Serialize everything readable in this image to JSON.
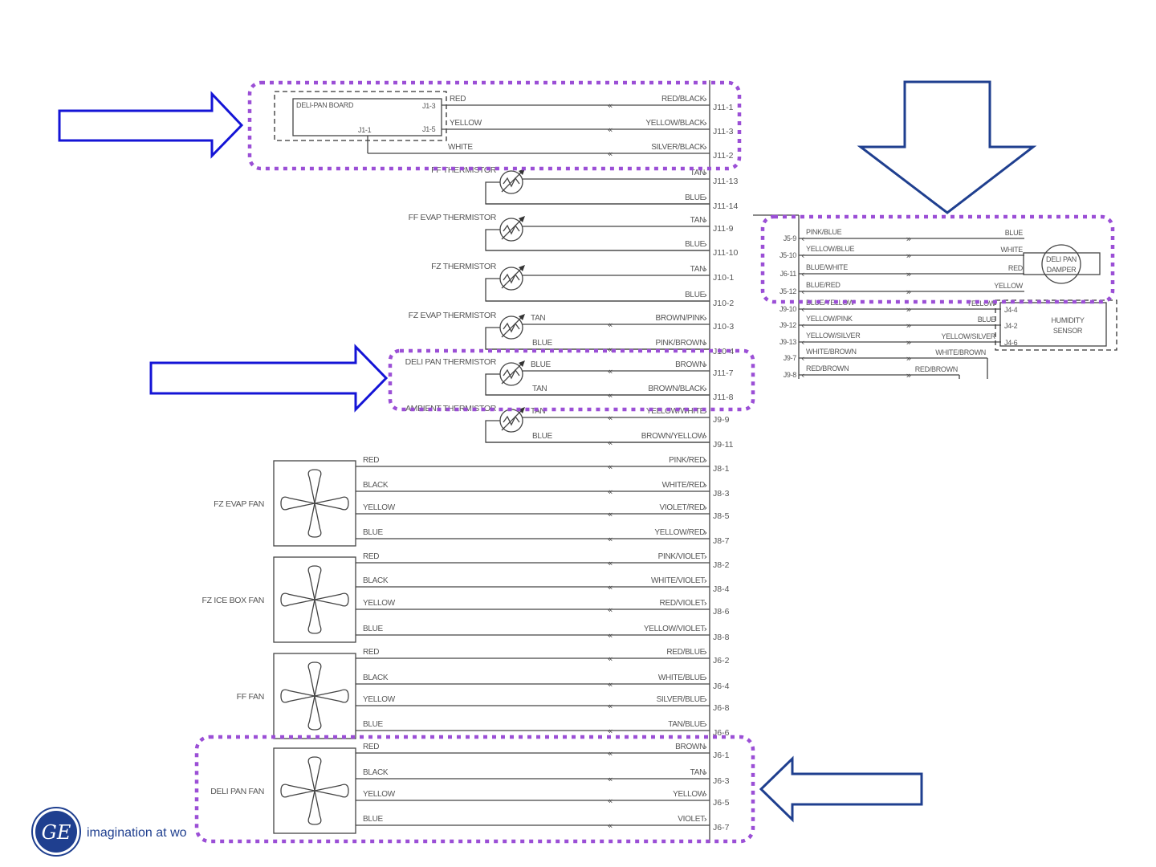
{
  "logo": {
    "mark": "GE",
    "tagline": "imagination at wo"
  },
  "bus_main": {
    "label": "main-harness-bus"
  },
  "deli_pan_board": {
    "title": "DELI-PAN BOARD",
    "pins": [
      "J1-3",
      "J1-5",
      "J1-1"
    ],
    "wires": [
      {
        "left": "RED",
        "right": "RED/BLACK",
        "connector": "J11-1"
      },
      {
        "left": "YELLOW",
        "right": "YELLOW/BLACK",
        "connector": "J11-3"
      },
      {
        "left": "WHITE",
        "right": "SILVER/BLACK",
        "connector": "J11-2"
      }
    ]
  },
  "thermistors": [
    {
      "name": "FF THERMISTOR",
      "wires": [
        {
          "left": "",
          "right": "TAN",
          "connector": "J11-13",
          "chevron": false
        },
        {
          "left": "",
          "right": "BLUE",
          "connector": "J11-14",
          "chevron": false
        }
      ]
    },
    {
      "name": "FF EVAP THERMISTOR",
      "wires": [
        {
          "left": "",
          "right": "TAN",
          "connector": "J11-9",
          "chevron": false
        },
        {
          "left": "",
          "right": "BLUE",
          "connector": "J11-10",
          "chevron": false
        }
      ]
    },
    {
      "name": "FZ THERMISTOR",
      "wires": [
        {
          "left": "",
          "right": "TAN",
          "connector": "J10-1",
          "chevron": false
        },
        {
          "left": "",
          "right": "BLUE",
          "connector": "J10-2",
          "chevron": false
        }
      ]
    },
    {
      "name": "FZ EVAP THERMISTOR",
      "wires": [
        {
          "left": "TAN",
          "right": "BROWN/PINK",
          "connector": "J10-3",
          "chevron": true
        },
        {
          "left": "BLUE",
          "right": "PINK/BROWN",
          "connector": "J10-4",
          "chevron": true
        }
      ]
    },
    {
      "name": "DELI PAN THERMISTOR",
      "wires": [
        {
          "left": "BLUE",
          "right": "BROWN",
          "connector": "J11-7",
          "chevron": true
        },
        {
          "left": "TAN",
          "right": "BROWN/BLACK",
          "connector": "J11-8",
          "chevron": true
        }
      ]
    },
    {
      "name": "AMBIENT THERMISTOR",
      "wires": [
        {
          "left": "TAN",
          "right": "YELLOW/WHITE",
          "connector": "J9-9",
          "chevron": true
        },
        {
          "left": "BLUE",
          "right": "BROWN/YELLOW",
          "connector": "J9-11",
          "chevron": true
        }
      ]
    }
  ],
  "fans": [
    {
      "name": "FZ EVAP FAN",
      "wires": [
        {
          "left": "RED",
          "right": "PINK/RED",
          "connector": "J8-1"
        },
        {
          "left": "BLACK",
          "right": "WHITE/RED",
          "connector": "J8-3"
        },
        {
          "left": "YELLOW",
          "right": "VIOLET/RED",
          "connector": "J8-5"
        },
        {
          "left": "BLUE",
          "right": "YELLOW/RED",
          "connector": "J8-7"
        }
      ]
    },
    {
      "name": "FZ ICE BOX FAN",
      "wires": [
        {
          "left": "RED",
          "right": "PINK/VIOLET",
          "connector": "J8-2"
        },
        {
          "left": "BLACK",
          "right": "WHITE/VIOLET",
          "connector": "J8-4"
        },
        {
          "left": "YELLOW",
          "right": "RED/VIOLET",
          "connector": "J8-6"
        },
        {
          "left": "BLUE",
          "right": "YELLOW/VIOLET",
          "connector": "J8-8"
        }
      ]
    },
    {
      "name": "FF FAN",
      "wires": [
        {
          "left": "RED",
          "right": "RED/BLUE",
          "connector": "J6-2"
        },
        {
          "left": "BLACK",
          "right": "WHITE/BLUE",
          "connector": "J6-4"
        },
        {
          "left": "YELLOW",
          "right": "SILVER/BLUE",
          "connector": "J6-8"
        },
        {
          "left": "BLUE",
          "right": "TAN/BLUE",
          "connector": "J6-6"
        }
      ]
    },
    {
      "name": "DELI PAN FAN",
      "wires": [
        {
          "left": "RED",
          "right": "BROWN",
          "connector": "J6-1"
        },
        {
          "left": "BLACK",
          "right": "TAN",
          "connector": "J6-3"
        },
        {
          "left": "YELLOW",
          "right": "YELLOW",
          "connector": "J6-5"
        },
        {
          "left": "BLUE",
          "right": "VIOLET",
          "connector": "J6-7"
        }
      ]
    }
  ],
  "damper": {
    "name_line1": "DELI PAN",
    "name_line2": "DAMPER",
    "wires": [
      {
        "connector": "J5-9",
        "left": "PINK/BLUE",
        "right": "BLUE"
      },
      {
        "connector": "J5-10",
        "left": "YELLOW/BLUE",
        "right": "WHITE"
      },
      {
        "connector": "J6-11",
        "left": "BLUE/WHITE",
        "right": "RED"
      },
      {
        "connector": "J5-12",
        "left": "BLUE/RED",
        "right": "YELLOW"
      }
    ]
  },
  "humidity_sensor": {
    "name_line1": "HUMIDITY",
    "name_line2": "SENSOR",
    "wires": [
      {
        "connector": "J9-10",
        "left": "BLUE/YELLOW",
        "right": "YELLOW",
        "pin": "J4-4"
      },
      {
        "connector": "J9-12",
        "left": "YELLOW/PINK",
        "right": "BLUE",
        "pin": "J4-2"
      },
      {
        "connector": "J9-13",
        "left": "YELLOW/SILVER",
        "right": "YELLOW/SILVER",
        "pin": "J4-6"
      },
      {
        "connector": "J9-7",
        "left": "WHITE/BROWN",
        "right": "WHITE/BROWN",
        "pin": ""
      },
      {
        "connector": "J9-8",
        "left": "RED/BROWN",
        "right": "RED/BROWN",
        "pin": ""
      }
    ]
  },
  "callouts": [
    {
      "target": "deli-pan-board",
      "direction": "right"
    },
    {
      "target": "deli-pan-thermistor",
      "direction": "right"
    },
    {
      "target": "deli-pan-damper",
      "direction": "down"
    },
    {
      "target": "deli-pan-fan",
      "direction": "left"
    }
  ],
  "colors": {
    "highlight": "#9b4fd6",
    "arrow_bright": "#1414d6",
    "arrow_dark": "#1f3f8f",
    "wire": "#444444",
    "text": "#555555"
  }
}
